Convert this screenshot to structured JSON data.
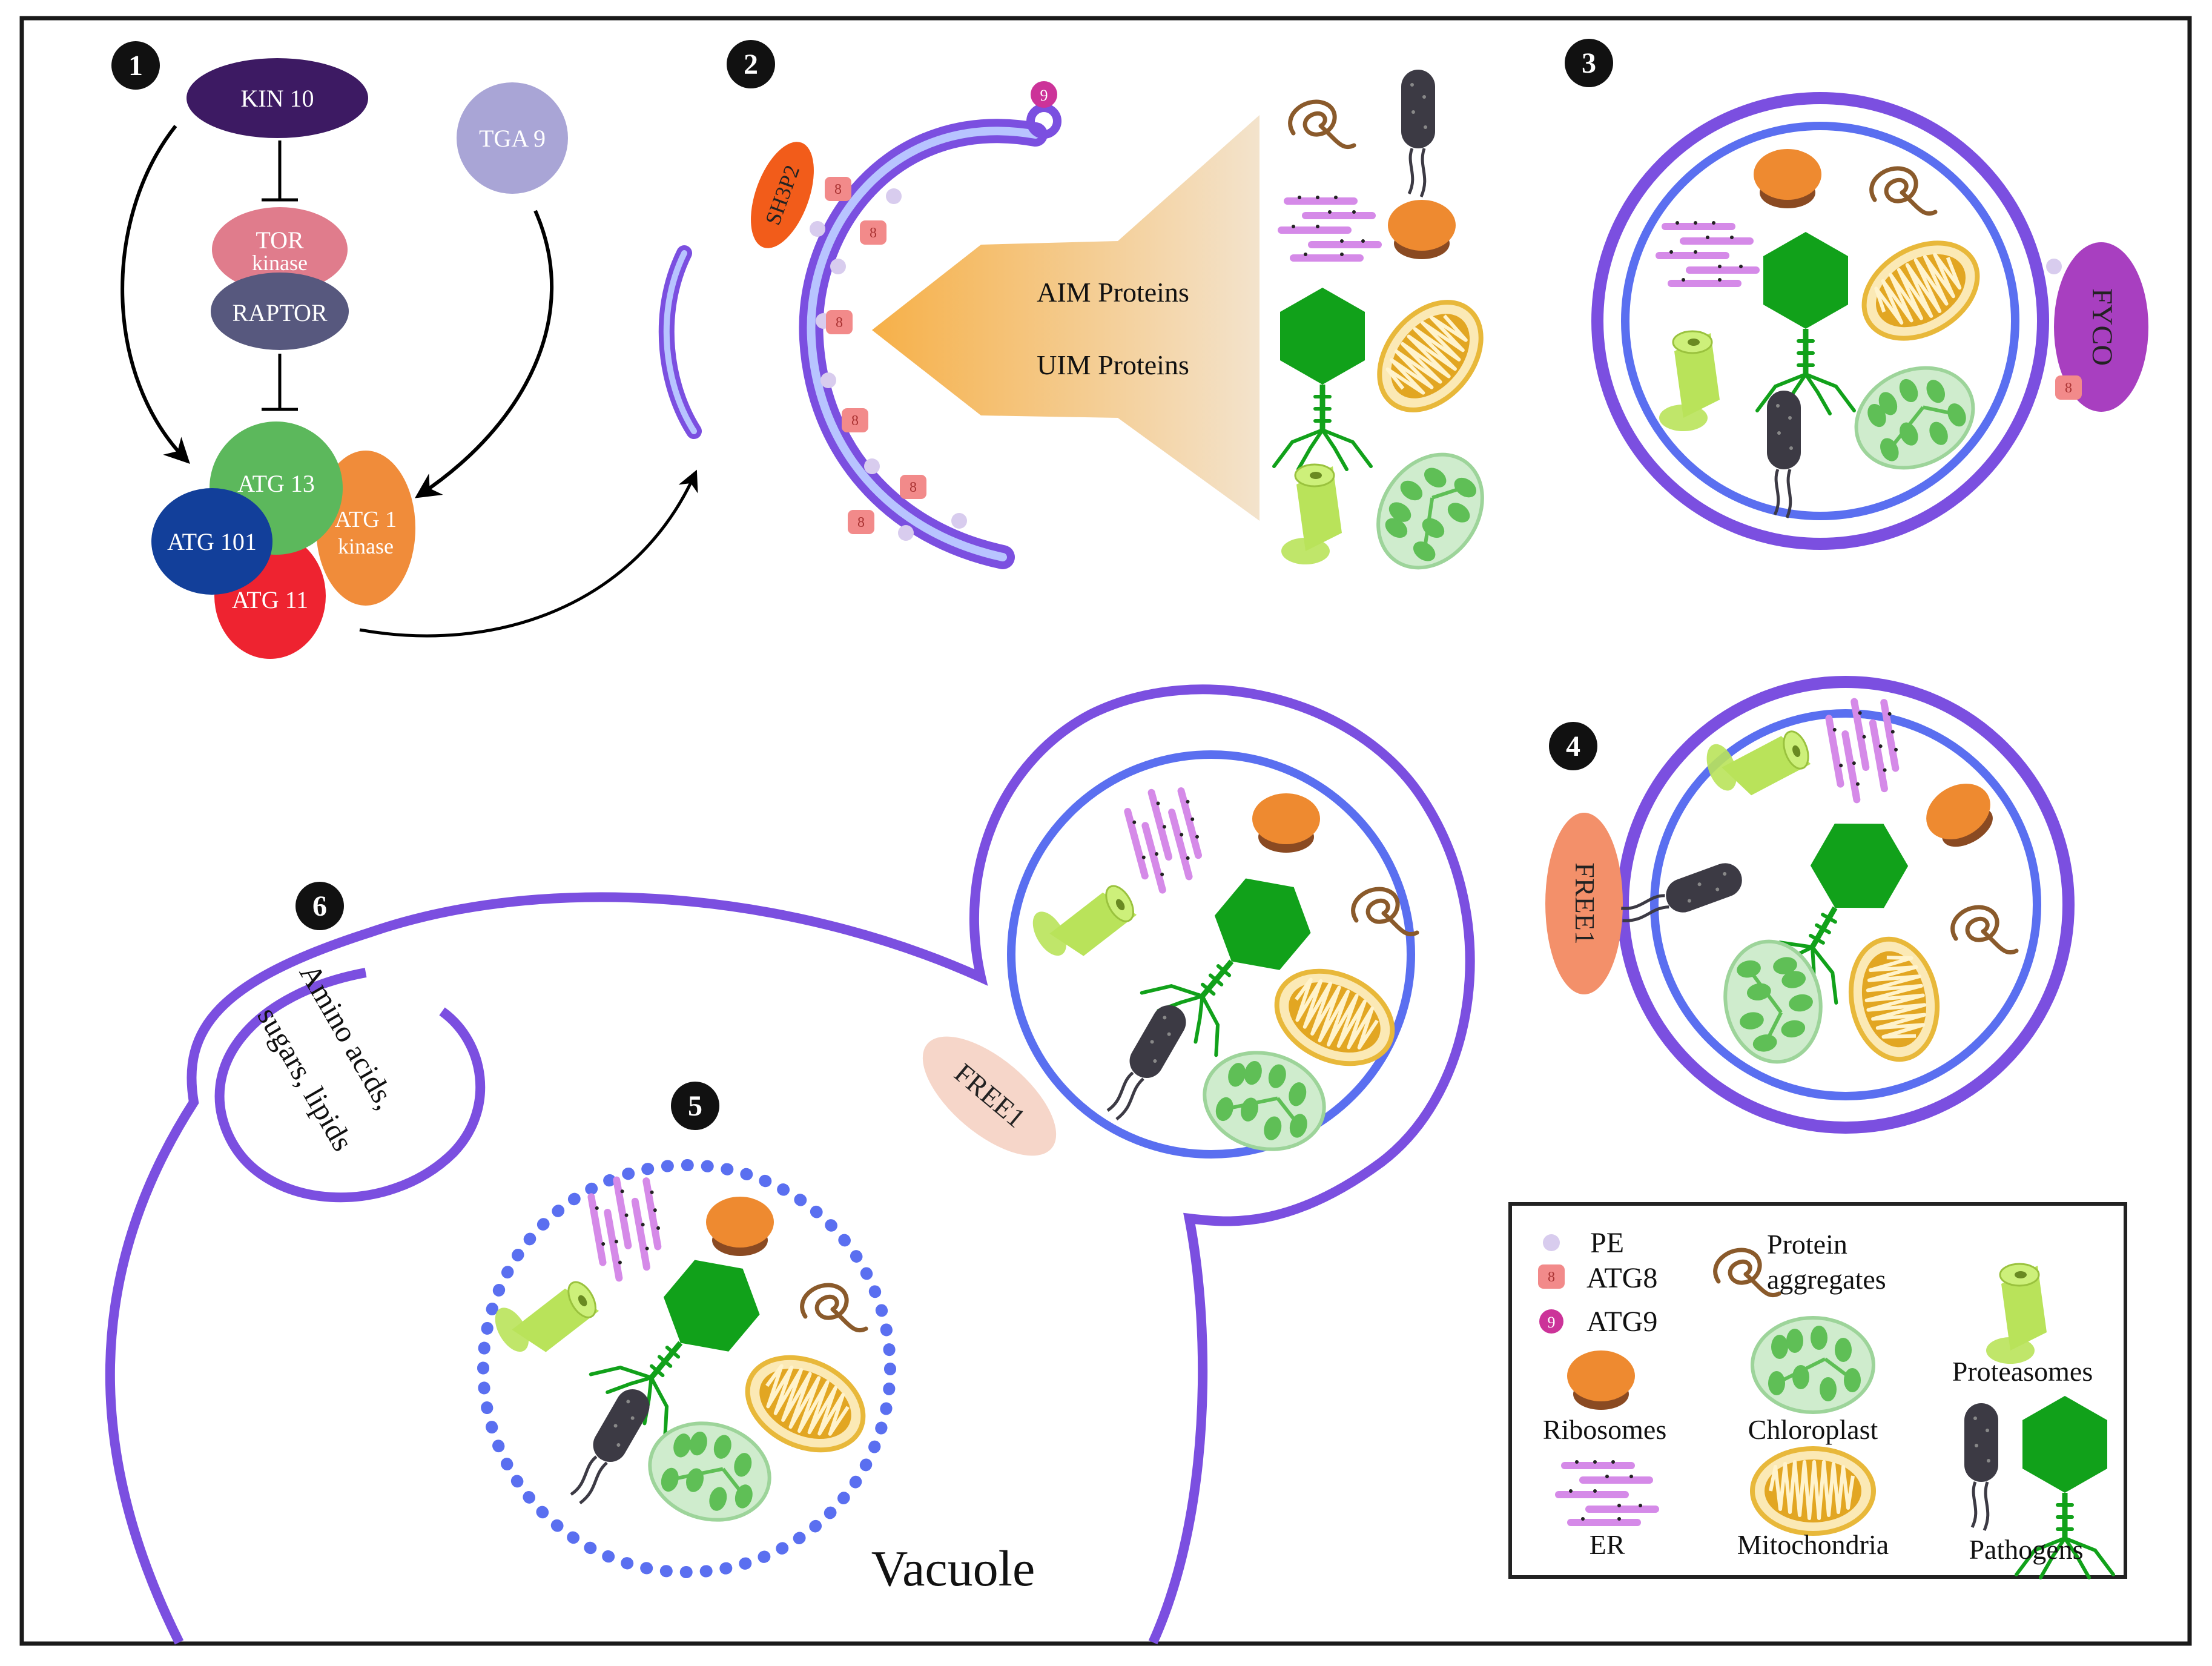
{
  "steps": [
    "1",
    "2",
    "3",
    "4",
    "5",
    "6"
  ],
  "panel1": {
    "kin10": "KIN 10",
    "tga9": "TGA 9",
    "tor_line1": "TOR",
    "tor_line2": "kinase",
    "raptor": "RAPTOR",
    "atg13": "ATG 13",
    "atg101": "ATG 101",
    "atg1_line1": "ATG 1",
    "atg1_line2": "kinase",
    "atg11": "ATG 11"
  },
  "panel2": {
    "sh3p2": "SH3P2",
    "aim": "AIM Proteins",
    "uim": "UIM Proteins",
    "atg8_mark": "8",
    "atg9_mark": "9"
  },
  "panel3": {
    "fyco": "FYCO"
  },
  "panel4": {
    "free1": "FREE1"
  },
  "panel5": {
    "free1": "FREE1",
    "vacuole": "Vacuole"
  },
  "panel6": {
    "line1": "Amino acids,",
    "line2": "sugars, lipids"
  },
  "legend": {
    "pe": "PE",
    "atg8": "ATG8",
    "atg9": "ATG9",
    "ribosomes": "Ribosomes",
    "er": "ER",
    "protein_line1": "Protein",
    "protein_line2": "aggregates",
    "chloroplast": "Chloroplast",
    "mitochondria": "Mitochondria",
    "proteasomes": "Proteasomes",
    "pathogens": "Pathogens"
  },
  "colors": {
    "membrane": "#7b4fe0",
    "membrane_inner": "#5a6ff0",
    "kin10": "#3d1a63",
    "tga9": "#a9a5d6",
    "tor": "#e07c8c",
    "raptor": "#57587e",
    "atg13": "#5cb85c",
    "atg101": "#123f9a",
    "atg1": "#f08c3a",
    "atg11": "#ee2330",
    "sh3p2": "#f25c1a",
    "fyco": "#a83fc0",
    "free1": "#f3906a",
    "free1_vac": "#f6d6c9",
    "atg8": "#f28a8a",
    "atg9": "#cc3399",
    "pe": "#d8ccee",
    "ribosome_top": "#ee8a30",
    "ribosome_bottom": "#8a4a22",
    "er": "#d58ae8",
    "chloroplast_fill": "#cfeccd",
    "chloroplast_granum": "#5fbf56",
    "mito_outer": "#e8b83a",
    "mito_inner": "#c27f12",
    "proteasome": "#b9e35a",
    "bacterium": "#3c3a44",
    "phage": "#11a11a",
    "aggregate": "#8a5a2b",
    "arrow": "#f6b44a"
  }
}
